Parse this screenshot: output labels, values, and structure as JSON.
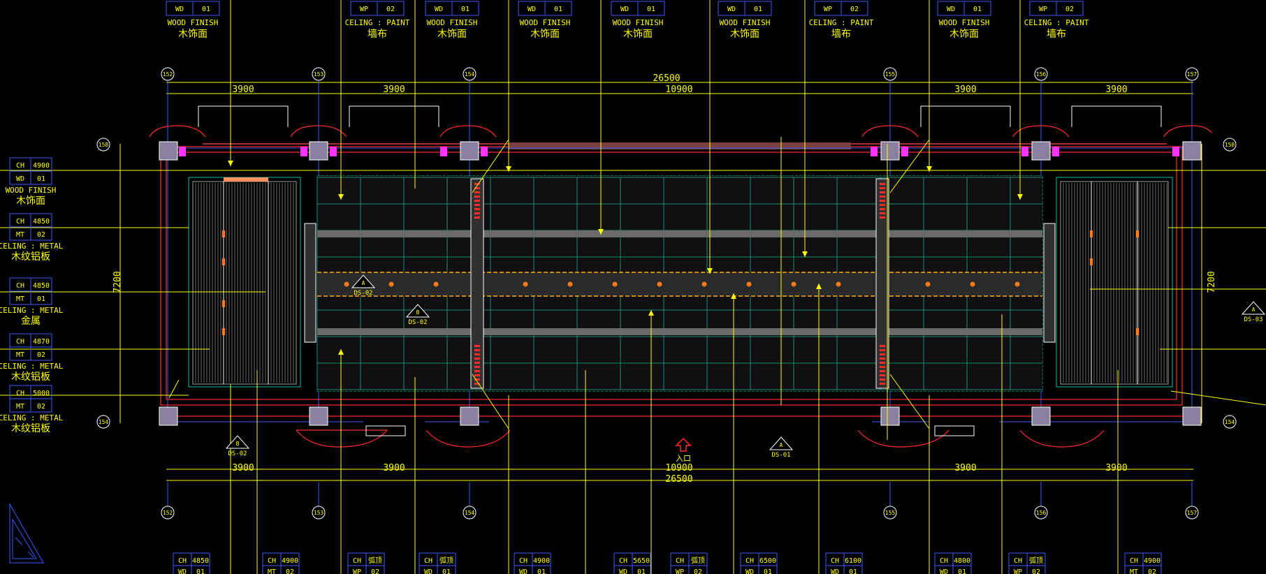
{
  "dims": {
    "total": "26500",
    "mid": "10900",
    "bay": "3900",
    "height": "7200"
  },
  "grid": {
    "top": [
      "152",
      "153",
      "154",
      "155",
      "156",
      "157"
    ],
    "bottom": [
      "152",
      "153",
      "154",
      "155",
      "156",
      "157"
    ],
    "left": [
      "158",
      "154"
    ],
    "right": [
      "158",
      "154"
    ]
  },
  "top_tags": [
    {
      "code": "WD",
      "num": "01",
      "en": "WOOD FINISH",
      "cn": "木饰面"
    },
    {
      "code": "WP",
      "num": "02",
      "en": "CELING : PAINT",
      "cn": "墙布"
    },
    {
      "code": "WD",
      "num": "01",
      "en": "WOOD FINISH",
      "cn": "木饰面"
    },
    {
      "code": "WD",
      "num": "01",
      "en": "WOOD FINISH",
      "cn": "木饰面"
    },
    {
      "code": "WD",
      "num": "01",
      "en": "WOOD FINISH",
      "cn": "木饰面"
    },
    {
      "code": "WD",
      "num": "01",
      "en": "WOOD FINISH",
      "cn": "木饰面"
    },
    {
      "code": "WP",
      "num": "02",
      "en": "CELING : PAINT",
      "cn": "墙布"
    },
    {
      "code": "WD",
      "num": "01",
      "en": "WOOD FINISH",
      "cn": "木饰面"
    },
    {
      "code": "WP",
      "num": "02",
      "en": "CELING : PAINT",
      "cn": "墙布"
    }
  ],
  "left_tags": [
    {
      "ch": "CH",
      "h": "4900",
      "code": "WD",
      "num": "01",
      "en": "WOOD FINISH",
      "cn": "木饰面"
    },
    {
      "ch": "CH",
      "h": "4850",
      "code": "MT",
      "num": "02",
      "en": "CELING : METAL",
      "cn": "木纹铝板"
    },
    {
      "ch": "CH",
      "h": "4850",
      "code": "MT",
      "num": "01",
      "en": "CELING : METAL",
      "cn": "金属"
    },
    {
      "ch": "CH",
      "h": "4870",
      "code": "MT",
      "num": "02",
      "en": "CELING : METAL",
      "cn": "木纹铝板"
    },
    {
      "ch": "CH",
      "h": "5000",
      "code": "MT",
      "num": "02",
      "en": "CELING : METAL",
      "cn": "木纹铝板"
    }
  ],
  "bottom_tags": [
    {
      "ch": "CH",
      "h": "4850",
      "code": "WD",
      "num": "01"
    },
    {
      "ch": "CH",
      "h": "4900",
      "code": "MT",
      "num": "02"
    },
    {
      "ch": "CH",
      "h": "弧顶",
      "code": "WP",
      "num": "02"
    },
    {
      "ch": "CH",
      "h": "弧顶",
      "code": "WD",
      "num": "01"
    },
    {
      "ch": "CH",
      "h": "4900",
      "code": "WD",
      "num": "01"
    },
    {
      "ch": "CH",
      "h": "5650",
      "code": "WD",
      "num": "01"
    },
    {
      "ch": "CH",
      "h": "弧顶",
      "code": "WP",
      "num": "02"
    },
    {
      "ch": "CH",
      "h": "6500",
      "code": "WD",
      "num": "01"
    },
    {
      "ch": "CH",
      "h": "6100",
      "code": "WD",
      "num": "01"
    },
    {
      "ch": "CH",
      "h": "4800",
      "code": "WD",
      "num": "01"
    },
    {
      "ch": "CH",
      "h": "弧顶",
      "code": "WP",
      "num": "02"
    },
    {
      "ch": "CH",
      "h": "4900",
      "code": "MT",
      "num": "02"
    }
  ],
  "sections": [
    {
      "letter": "B",
      "ref": "DS-02"
    },
    {
      "letter": "A",
      "ref": "DS-02"
    },
    {
      "letter": "B",
      "ref": "DS-02"
    },
    {
      "letter": "A",
      "ref": "DS-01"
    },
    {
      "letter": "A",
      "ref": "DS-03"
    }
  ],
  "entrance": "入口",
  "colors": {
    "line": "#ffff00",
    "wall": "#ff2a2a",
    "glass": "#3a5cff",
    "grid": "#00c8a0",
    "column": "#8a80a0"
  }
}
